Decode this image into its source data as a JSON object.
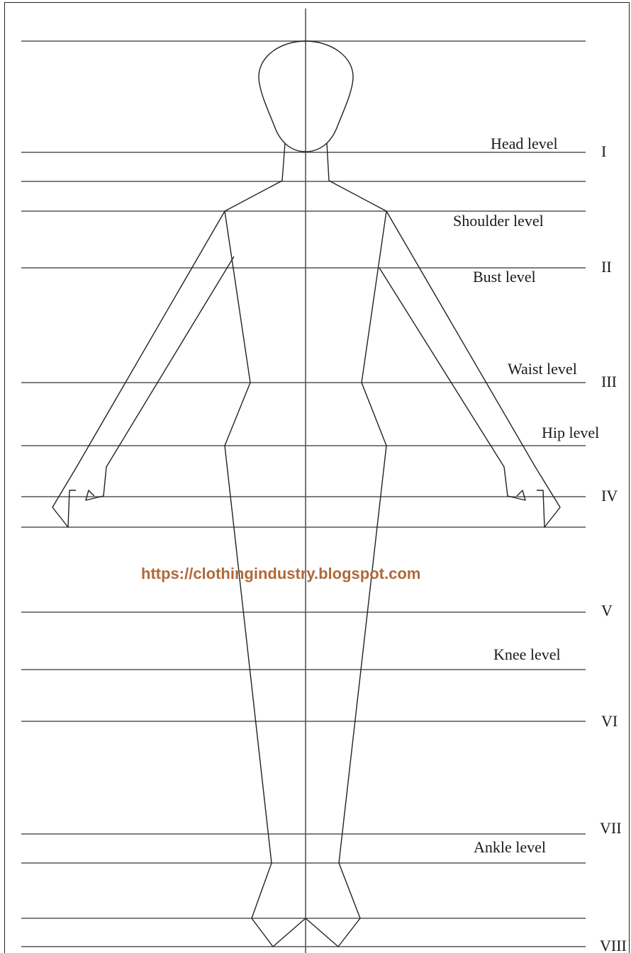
{
  "diagram": {
    "level_labels": {
      "head": "Head level",
      "shoulder": "Shoulder level",
      "bust": "Bust level",
      "waist": "Waist level",
      "hip": "Hip level",
      "knee": "Knee level",
      "ankle": "Ankle level"
    },
    "roman_numerals": {
      "i": "I",
      "ii": "II",
      "iii": "III",
      "iv": "IV",
      "v": "V",
      "vi": "VI",
      "vii": "VII",
      "viii": "VIII"
    },
    "watermark": "https://clothingindustry.blogspot.com",
    "colors": {
      "line": "#555555",
      "figure": "#222222",
      "watermark": "#b0693a",
      "text": "#1a1a1a"
    }
  }
}
